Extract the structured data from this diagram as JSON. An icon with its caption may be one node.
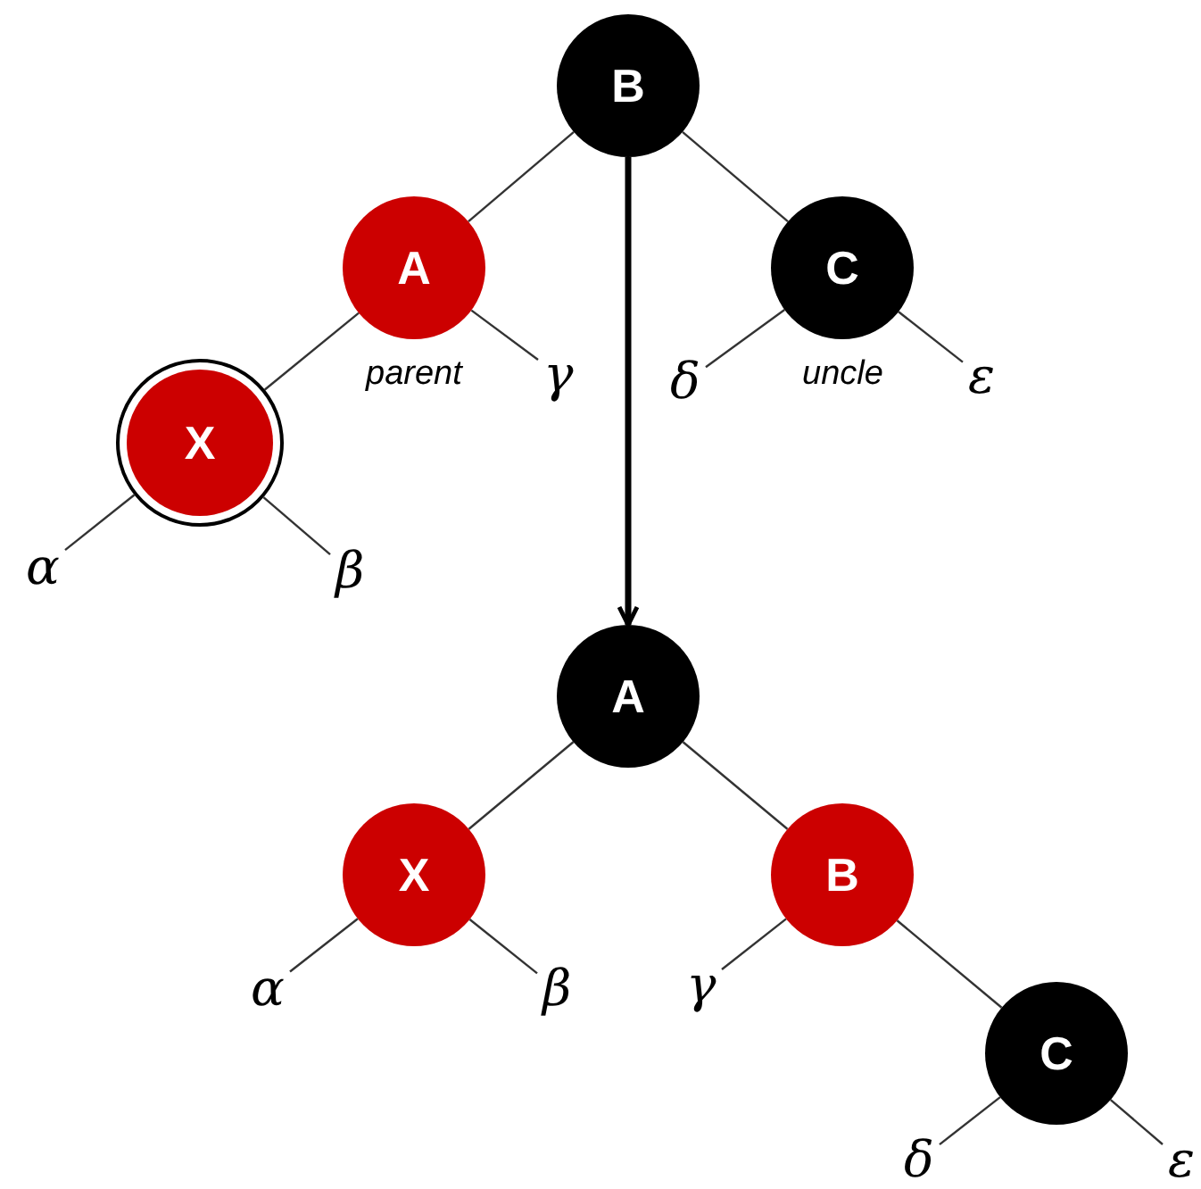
{
  "diagram": {
    "nodes": [
      {
        "text": [
          "B"
        ]
      },
      {
        "text": [
          "A"
        ],
        "beside": [
          "parent"
        ]
      },
      {
        "text": [
          "C"
        ],
        "beside": [
          "uncle"
        ]
      },
      {
        "text": [
          "γ"
        ]
      },
      {
        "text": [
          "δ"
        ]
      },
      {
        "text": [
          "ε"
        ]
      },
      {
        "text": [
          "X"
        ]
      },
      {
        "text": [
          "α"
        ]
      },
      {
        "text": [
          "β"
        ]
      },
      {
        "text": [
          "A"
        ]
      },
      {
        "text": [
          "X"
        ]
      },
      {
        "text": [
          "B"
        ]
      },
      {
        "text": [
          "α"
        ]
      },
      {
        "text": [
          "β"
        ]
      },
      {
        "text": [
          "γ"
        ]
      },
      {
        "text": [
          "C"
        ]
      },
      {
        "text": [
          "δ"
        ]
      },
      {
        "text": [
          "ε"
        ]
      }
    ],
    "edges": [
      {
        "from": 0,
        "to": 1,
        "arrow": "none"
      },
      {
        "from": 0,
        "to": 2,
        "arrow": "none"
      },
      {
        "from": 1,
        "to": 6,
        "arrow": "none"
      },
      {
        "from": 1,
        "to": 3,
        "arrow": "none"
      },
      {
        "from": 2,
        "to": 4,
        "arrow": "none"
      },
      {
        "from": 2,
        "to": 5,
        "arrow": "none"
      },
      {
        "from": 6,
        "to": 7,
        "arrow": "none"
      },
      {
        "from": 6,
        "to": 8,
        "arrow": "none"
      },
      {
        "from": 0,
        "to": 9,
        "arrow": "to",
        "style": "thick"
      },
      {
        "from": 9,
        "to": 10,
        "arrow": "none"
      },
      {
        "from": 9,
        "to": 11,
        "arrow": "none"
      },
      {
        "from": 10,
        "to": 12,
        "arrow": "none"
      },
      {
        "from": 10,
        "to": 13,
        "arrow": "none"
      },
      {
        "from": 11,
        "to": 14,
        "arrow": "none"
      },
      {
        "from": 11,
        "to": 15,
        "arrow": "none"
      },
      {
        "from": 15,
        "to": 16,
        "arrow": "none"
      },
      {
        "from": 15,
        "to": 17,
        "arrow": "none"
      }
    ]
  }
}
